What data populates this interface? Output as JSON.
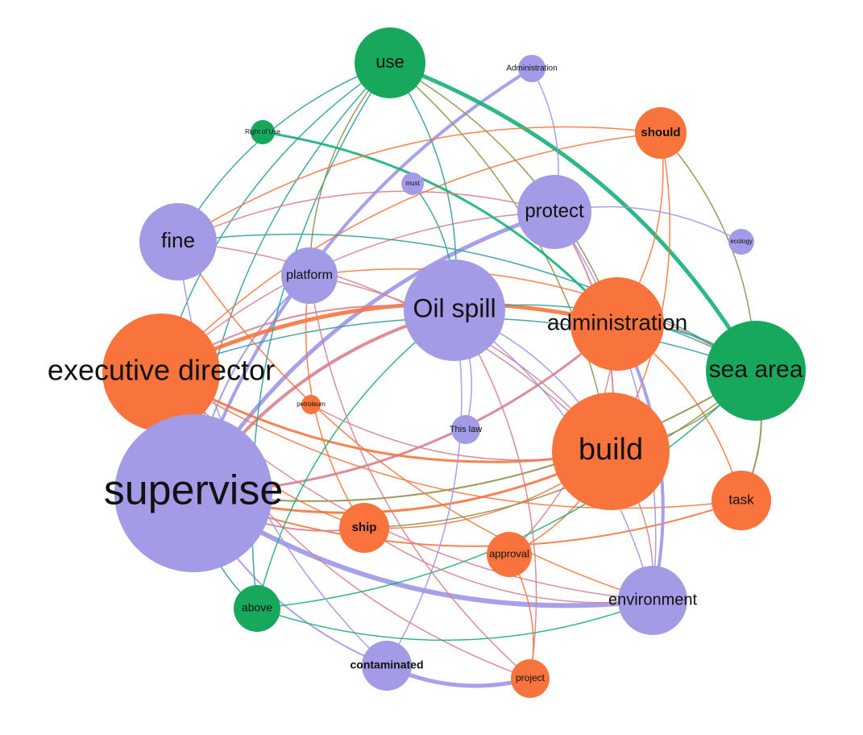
{
  "colors": {
    "purple": "#a39be6",
    "orange": "#f9743c",
    "green": "#17a85e",
    "pink": "#d97f8e",
    "teal": "#2f9f9f",
    "olive": "#8e8f4a",
    "violet": "#9d96e8",
    "bright_green": "#16b07a"
  },
  "nodes": [
    {
      "id": "use",
      "label": "use",
      "color": "green"
    },
    {
      "id": "administration-small",
      "label": "Administration",
      "color": "purple"
    },
    {
      "id": "right-of-use",
      "label": "Right of Use",
      "color": "green"
    },
    {
      "id": "should",
      "label": "should",
      "color": "orange"
    },
    {
      "id": "must",
      "label": "must",
      "color": "purple"
    },
    {
      "id": "protect",
      "label": "protect",
      "color": "purple"
    },
    {
      "id": "fine",
      "label": "fine",
      "color": "purple"
    },
    {
      "id": "ecology",
      "label": "ecology",
      "color": "purple"
    },
    {
      "id": "platform",
      "label": "platform",
      "color": "purple"
    },
    {
      "id": "oil-spill",
      "label": "Oil spill",
      "color": "purple"
    },
    {
      "id": "administration",
      "label": "administration",
      "color": "orange"
    },
    {
      "id": "sea-area",
      "label": "sea area",
      "color": "green"
    },
    {
      "id": "executive-director",
      "label": "executive director",
      "color": "orange"
    },
    {
      "id": "petroleum",
      "label": "petroleum",
      "color": "orange"
    },
    {
      "id": "this-law",
      "label": "This law",
      "color": "purple"
    },
    {
      "id": "build",
      "label": "build",
      "color": "orange"
    },
    {
      "id": "supervise",
      "label": "supervise",
      "color": "purple"
    },
    {
      "id": "task",
      "label": "task",
      "color": "orange"
    },
    {
      "id": "ship",
      "label": "ship",
      "color": "orange"
    },
    {
      "id": "approval",
      "label": "approval",
      "color": "orange"
    },
    {
      "id": "above",
      "label": "above",
      "color": "green"
    },
    {
      "id": "environment",
      "label": "environment",
      "color": "purple"
    },
    {
      "id": "contaminated",
      "label": "contaminated",
      "color": "purple"
    },
    {
      "id": "project",
      "label": "project",
      "color": "orange"
    }
  ],
  "edges": [
    {
      "source": "supervise",
      "target": "environment",
      "color": "violet",
      "weight": 6
    },
    {
      "source": "supervise",
      "target": "protect",
      "color": "violet",
      "weight": 5
    },
    {
      "source": "supervise",
      "target": "administration-small",
      "color": "violet",
      "weight": 4
    },
    {
      "source": "supervise",
      "target": "build",
      "color": "orange",
      "weight": 3
    },
    {
      "source": "supervise",
      "target": "oil-spill",
      "color": "pink",
      "weight": 4
    },
    {
      "source": "supervise",
      "target": "administration",
      "color": "pink",
      "weight": 3
    },
    {
      "source": "supervise",
      "target": "sea-area",
      "color": "olive",
      "weight": 2
    },
    {
      "source": "supervise",
      "target": "task",
      "color": "orange",
      "weight": 2
    },
    {
      "source": "supervise",
      "target": "ship",
      "color": "pink",
      "weight": 2
    },
    {
      "source": "supervise",
      "target": "contaminated",
      "color": "violet",
      "weight": 2
    },
    {
      "source": "supervise",
      "target": "above",
      "color": "teal",
      "weight": 1.5
    },
    {
      "source": "supervise",
      "target": "use",
      "color": "teal",
      "weight": 1.5
    },
    {
      "source": "supervise",
      "target": "platform",
      "color": "violet",
      "weight": 2
    },
    {
      "source": "executive-director",
      "target": "administration",
      "color": "orange",
      "weight": 5
    },
    {
      "source": "executive-director",
      "target": "build",
      "color": "orange",
      "weight": 3
    },
    {
      "source": "executive-director",
      "target": "sea-area",
      "color": "teal",
      "weight": 1.5
    },
    {
      "source": "executive-director",
      "target": "should",
      "color": "orange",
      "weight": 1.5
    },
    {
      "source": "executive-director",
      "target": "use",
      "color": "teal",
      "weight": 1.5
    },
    {
      "source": "executive-director",
      "target": "environment",
      "color": "pink",
      "weight": 1.5
    },
    {
      "source": "executive-director",
      "target": "project",
      "color": "pink",
      "weight": 1.5
    },
    {
      "source": "executive-director",
      "target": "ship",
      "color": "orange",
      "weight": 1.5
    },
    {
      "source": "executive-director",
      "target": "task",
      "color": "orange",
      "weight": 1.5
    },
    {
      "source": "executive-director",
      "target": "oil-spill",
      "color": "pink",
      "weight": 2
    },
    {
      "source": "executive-director",
      "target": "protect",
      "color": "pink",
      "weight": 1.5
    },
    {
      "source": "use",
      "target": "sea-area",
      "color": "bright_green",
      "weight": 5
    },
    {
      "source": "use",
      "target": "above",
      "color": "teal",
      "weight": 1.5
    },
    {
      "source": "use",
      "target": "fine",
      "color": "teal",
      "weight": 1.5
    },
    {
      "source": "use",
      "target": "build",
      "color": "olive",
      "weight": 1.5
    },
    {
      "source": "use",
      "target": "administration",
      "color": "olive",
      "weight": 1.5
    },
    {
      "source": "use",
      "target": "platform",
      "color": "olive",
      "weight": 1.5
    },
    {
      "source": "use",
      "target": "oil-spill",
      "color": "teal",
      "weight": 1.5
    },
    {
      "source": "right-of-use",
      "target": "administration",
      "color": "bright_green",
      "weight": 3
    },
    {
      "source": "administration-small",
      "target": "protect",
      "color": "violet",
      "weight": 1.5
    },
    {
      "source": "should",
      "target": "build",
      "color": "orange",
      "weight": 1.5
    },
    {
      "source": "should",
      "target": "fine",
      "color": "orange",
      "weight": 1.5
    },
    {
      "source": "should",
      "target": "sea-area",
      "color": "olive",
      "weight": 1.5
    },
    {
      "source": "should",
      "target": "administration",
      "color": "orange",
      "weight": 1.5
    },
    {
      "source": "protect",
      "target": "ecology",
      "color": "violet",
      "weight": 1.5
    },
    {
      "source": "protect",
      "target": "build",
      "color": "pink",
      "weight": 2
    },
    {
      "source": "protect",
      "target": "environment",
      "color": "violet",
      "weight": 1.5
    },
    {
      "source": "protect",
      "target": "fine",
      "color": "pink",
      "weight": 1.5
    },
    {
      "source": "fine",
      "target": "build",
      "color": "pink",
      "weight": 1.5
    },
    {
      "source": "fine",
      "target": "sea-area",
      "color": "teal",
      "weight": 1.5
    },
    {
      "source": "fine",
      "target": "environment",
      "color": "orange",
      "weight": 1.5
    },
    {
      "source": "platform",
      "target": "build",
      "color": "pink",
      "weight": 1.5
    },
    {
      "source": "platform",
      "target": "sea-area",
      "color": "orange",
      "weight": 1.5
    },
    {
      "source": "platform",
      "target": "ship",
      "color": "orange",
      "weight": 1.5
    },
    {
      "source": "oil-spill",
      "target": "above",
      "color": "bright_green",
      "weight": 1.5
    },
    {
      "source": "oil-spill",
      "target": "sea-area",
      "color": "teal",
      "weight": 1.5
    },
    {
      "source": "oil-spill",
      "target": "build",
      "color": "violet",
      "weight": 1.5
    },
    {
      "source": "oil-spill",
      "target": "environment",
      "color": "violet",
      "weight": 1.5
    },
    {
      "source": "oil-spill",
      "target": "project",
      "color": "pink",
      "weight": 1.5
    },
    {
      "source": "oil-spill",
      "target": "contaminated",
      "color": "violet",
      "weight": 1.5
    },
    {
      "source": "administration",
      "target": "environment",
      "color": "violet",
      "weight": 4
    },
    {
      "source": "administration",
      "target": "sea-area",
      "color": "teal",
      "weight": 2
    },
    {
      "source": "administration",
      "target": "task",
      "color": "orange",
      "weight": 1.5
    },
    {
      "source": "administration",
      "target": "approval",
      "color": "pink",
      "weight": 1.5
    },
    {
      "source": "build",
      "target": "sea-area",
      "color": "olive",
      "weight": 1.5
    },
    {
      "source": "build",
      "target": "ship",
      "color": "orange",
      "weight": 1.5
    },
    {
      "source": "build",
      "target": "approval",
      "color": "orange",
      "weight": 1.5
    },
    {
      "source": "build",
      "target": "environment",
      "color": "pink",
      "weight": 1.5
    },
    {
      "source": "sea-area",
      "target": "task",
      "color": "olive",
      "weight": 2
    },
    {
      "source": "sea-area",
      "target": "above",
      "color": "bright_green",
      "weight": 1.5
    },
    {
      "source": "sea-area",
      "target": "ship",
      "color": "olive",
      "weight": 1.5
    },
    {
      "source": "contaminated",
      "target": "project",
      "color": "violet",
      "weight": 5
    },
    {
      "source": "contaminated",
      "target": "fine",
      "color": "violet",
      "weight": 1.5
    },
    {
      "source": "above",
      "target": "environment",
      "color": "bright_green",
      "weight": 1.5
    },
    {
      "source": "project",
      "target": "approval",
      "color": "orange",
      "weight": 1.5
    },
    {
      "source": "project",
      "target": "platform",
      "color": "pink",
      "weight": 1.5
    },
    {
      "source": "ship",
      "target": "environment",
      "color": "pink",
      "weight": 1.5
    },
    {
      "source": "petroleum",
      "target": "build",
      "color": "pink",
      "weight": 1.5
    },
    {
      "source": "this-law",
      "target": "oil-spill",
      "color": "violet",
      "weight": 1.5
    },
    {
      "source": "must",
      "target": "oil-spill",
      "color": "teal",
      "weight": 1.5
    }
  ]
}
